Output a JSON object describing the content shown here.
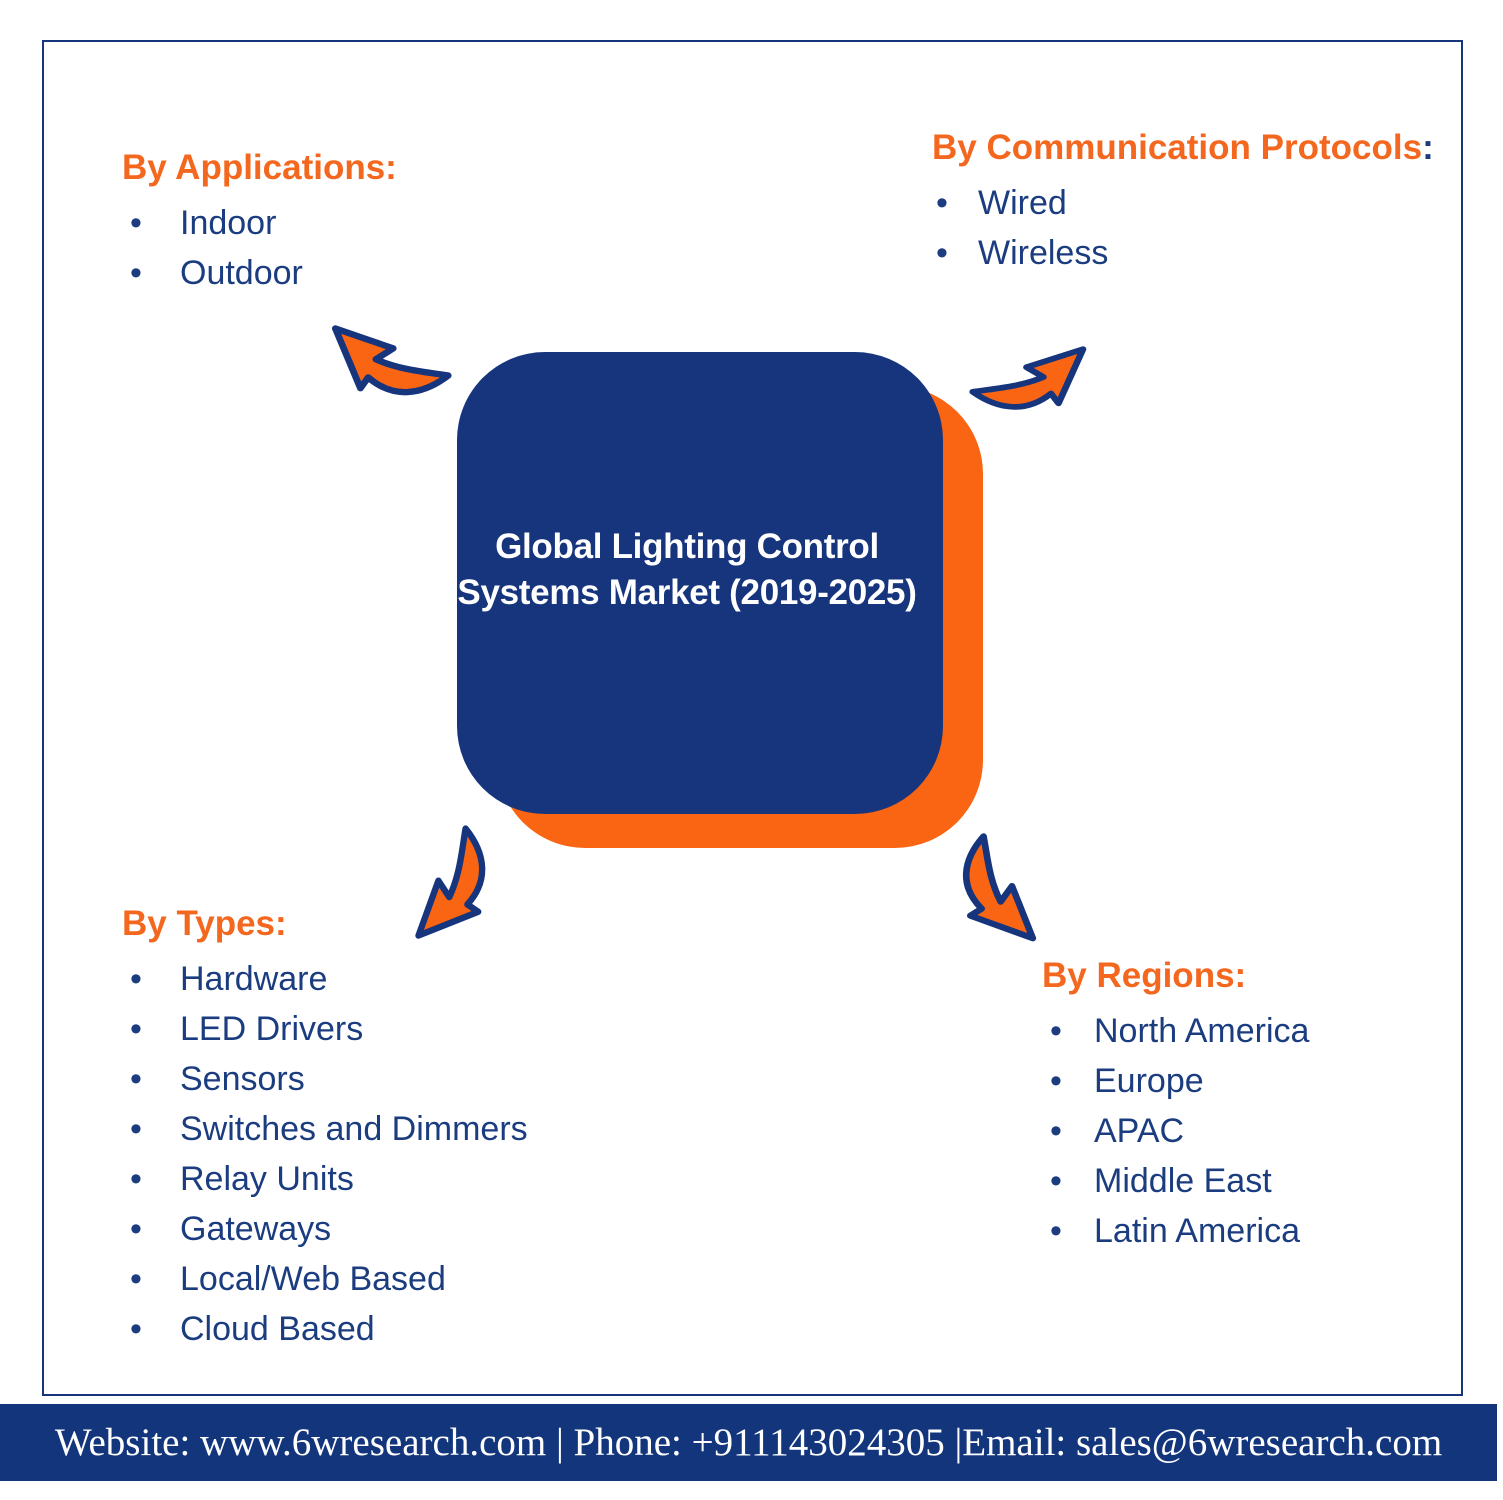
{
  "colors": {
    "navy": "#16357d",
    "orange": "#fa6513",
    "heading-orange": "#f4671f",
    "text-navy": "#1b3d80",
    "footer-navy": "#12357c",
    "white": "#ffffff"
  },
  "center": {
    "title_line1": "Global Lighting Control",
    "title_line2": "Systems Market (2019-2025)"
  },
  "sections": {
    "applications": {
      "heading": "By Applications:",
      "items": [
        "Indoor",
        "Outdoor"
      ]
    },
    "protocols": {
      "heading": "By Communication Protocols",
      "colon": ":",
      "items": [
        "Wired",
        "Wireless"
      ]
    },
    "types": {
      "heading": "By Types:",
      "items": [
        "Hardware",
        "LED Drivers",
        "Sensors",
        "Switches and Dimmers",
        "Relay Units",
        "Gateways",
        "Local/Web Based",
        "Cloud Based"
      ]
    },
    "regions": {
      "heading": "By Regions:",
      "items": [
        "North America",
        "Europe",
        "APAC",
        "Middle East",
        "Latin America"
      ]
    }
  },
  "footer": {
    "text": "Website: www.6wresearch.com | Phone: +911143024305 |Email: sales@6wresearch.com"
  }
}
